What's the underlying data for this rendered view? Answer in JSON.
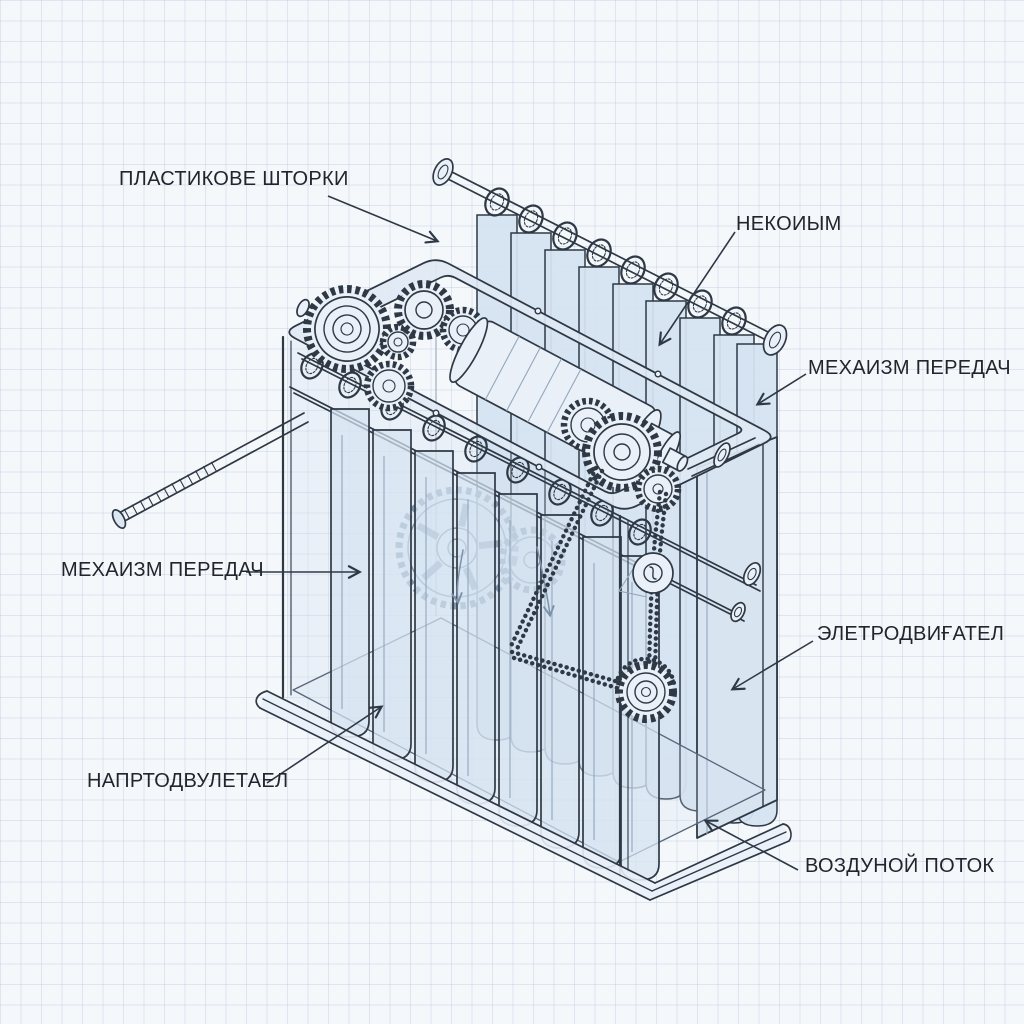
{
  "colors": {
    "paper": "#f5f8fb",
    "ink": "#2e3945",
    "panel": "#dce7f3",
    "panel-light": "#e9f0f8",
    "ghost": "#7d92aa",
    "label": "#21262c"
  },
  "diagram": {
    "labels": [
      {
        "id": "plastic-strips",
        "text": "ПЛАСТИКОВЕ ШТОРКИ"
      },
      {
        "id": "rings",
        "text": "НЕКОИЫМ"
      },
      {
        "id": "gear-right",
        "text": "МЕХАИЗМ ПЕРЕДАЧ"
      },
      {
        "id": "gear-left",
        "text": "МЕХАИЗМ ПЕРЕДАЧ"
      },
      {
        "id": "motor",
        "text": "ЭЛЕТРОДВИҒАТЕЛ"
      },
      {
        "id": "drive",
        "text": "НАПРТОДВУЛЕТАЕЛ"
      },
      {
        "id": "airflow",
        "text": "ВОЗДУНОЙ ПОТОК"
      }
    ]
  }
}
